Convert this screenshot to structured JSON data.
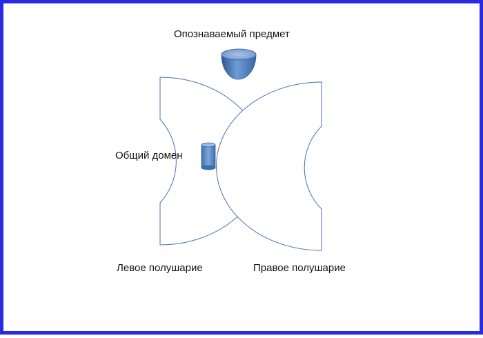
{
  "labels": {
    "object": "Опознаваемый предмет",
    "shared_domain": "Общий домен",
    "left_hemisphere": "Левое полушарие",
    "right_hemisphere": "Правое полушарие"
  },
  "colors": {
    "frame_border": "#2a2ae0",
    "outline": "#4a6fb0",
    "shape_fill": "#6f9bd6",
    "shape_dark": "#2f5f99"
  }
}
